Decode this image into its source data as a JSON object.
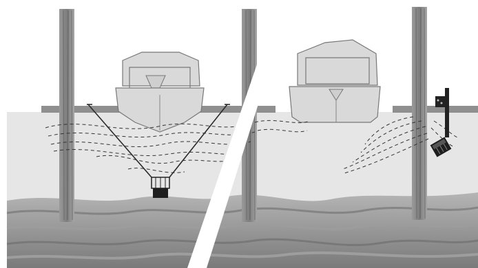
{
  "diagram": {
    "panels": [
      {
        "id": "left",
        "content": [
          "piling-left",
          "piling-center",
          "dock-beam",
          "boat-bow",
          "suspension-lines",
          "sonar-waves",
          "transducer-suspended",
          "seafloor"
        ]
      },
      {
        "id": "right",
        "content": [
          "piling-right",
          "dock-beam",
          "boat-bow",
          "mount-pole",
          "transducer-pole-mounted",
          "sonar-waves",
          "seafloor"
        ]
      }
    ],
    "colors": {
      "water": "#e6e6e6",
      "piling": "#8c8c8c",
      "piling_grain": "#6a6a6a",
      "hull": "#d9d9d9",
      "hull_stroke": "#777777",
      "seafloor_dark": "#8a8a8a",
      "seafloor_light": "#b8b8b8",
      "line": "#333333",
      "device": "#1e1e1e"
    }
  }
}
